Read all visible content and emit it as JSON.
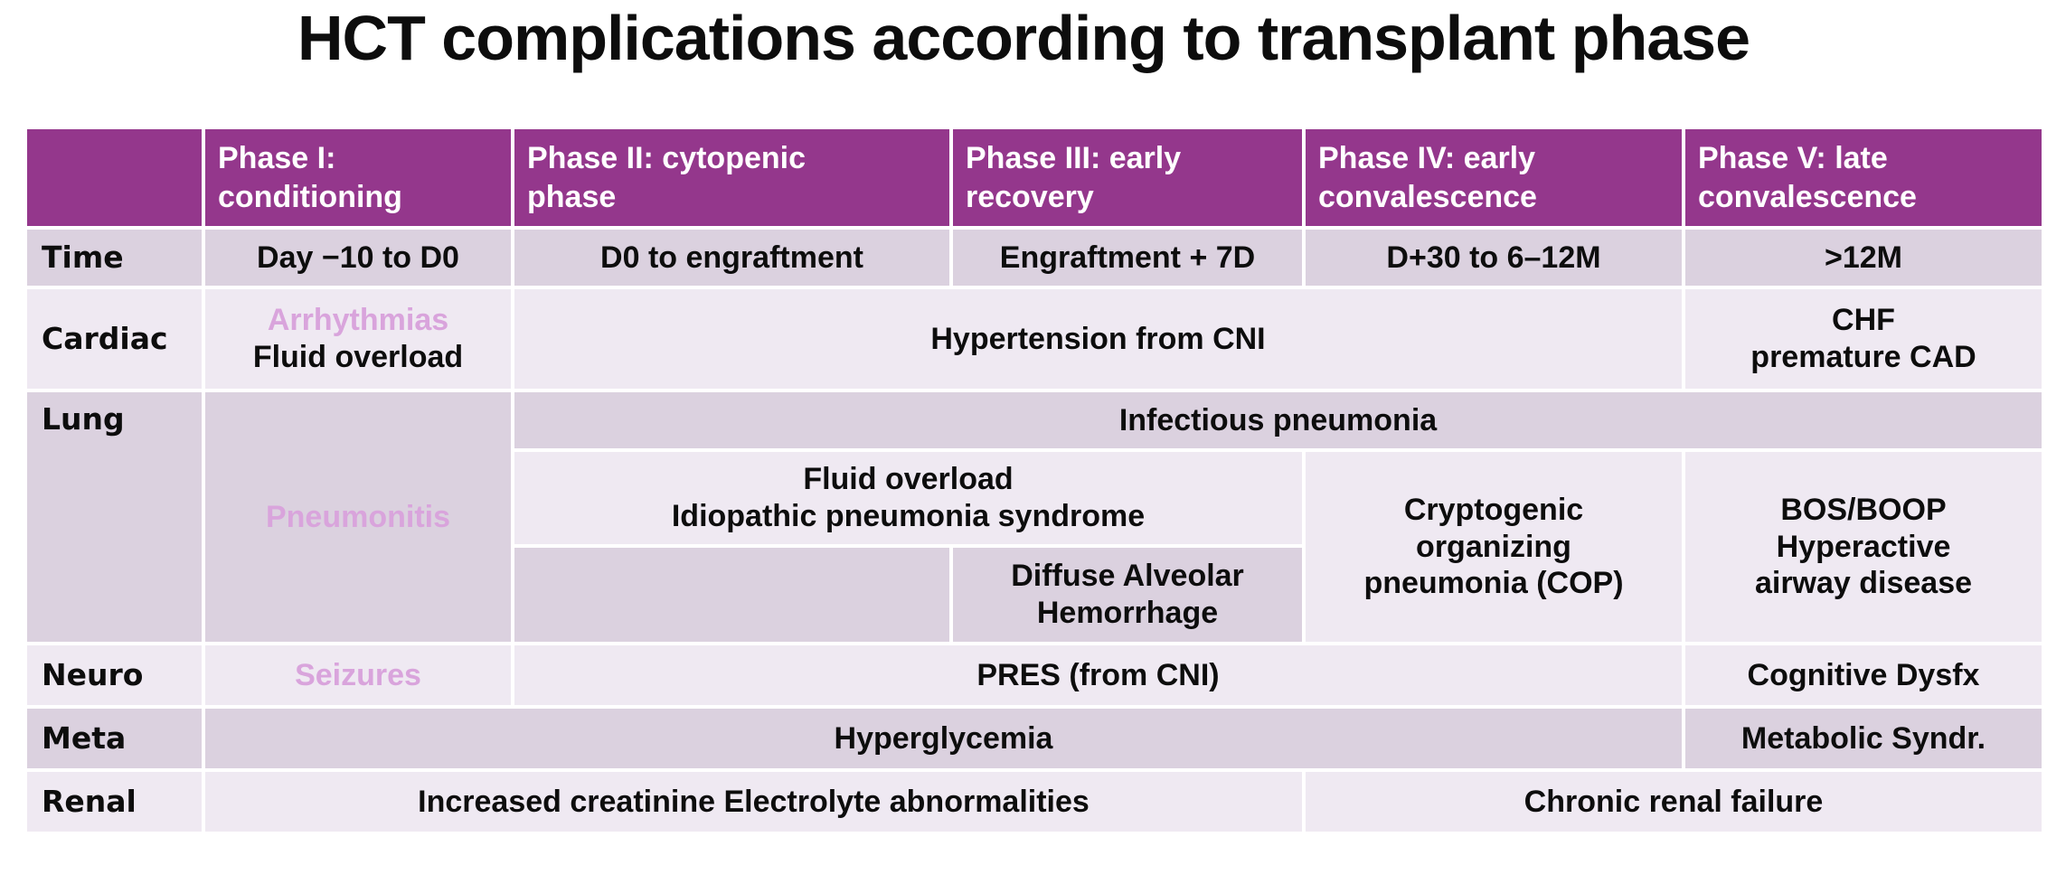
{
  "title": "HCT complications according to transplant phase",
  "colors": {
    "header_bg": "#94378C",
    "row_dark": "#DBD1DF",
    "row_light": "#EFE9F2",
    "accent_text": "#D9A4DC",
    "gridline": "#FFFFFF",
    "body_text": "#0D0D0D",
    "header_text": "#FFFFFF"
  },
  "header": {
    "corner": "",
    "phases": [
      "Phase I:\nconditioning",
      "Phase II: cytopenic\nphase",
      "Phase III: early\nrecovery",
      "Phase IV: early\nconvalescence",
      "Phase V: late\nconvalescence"
    ]
  },
  "rows": {
    "time": {
      "label": "Time",
      "phase1": "Day −10 to D0",
      "phase2": "D0 to engraftment",
      "phase3": "Engraftment + 7D",
      "phase4": "D+30 to 6–12M",
      "phase5": ">12M"
    },
    "cardiac": {
      "label": "Cardiac",
      "phase1_line1": "Arrhythmias",
      "phase1_line2": "Fluid overload",
      "phase2_to_4": "Hypertension from CNI",
      "phase5": "CHF\npremature CAD"
    },
    "lung": {
      "label": "Lung",
      "phase1": "Pneumonitis",
      "sub1_phase2_to_5": "Infectious pneumonia",
      "sub2_phase2_to_3": "Fluid overload\nIdiopathic pneumonia syndrome",
      "sub2_phase4": "Cryptogenic\norganizing\npneumonia (COP)",
      "sub2_phase5": "BOS/BOOP\nHyperactive\nairway disease",
      "sub3_phase2": "",
      "sub3_phase3": "Diffuse Alveolar\nHemorrhage"
    },
    "neuro": {
      "label": "Neuro",
      "phase1": "Seizures",
      "phase2_to_4": "PRES (from CNI)",
      "phase5": "Cognitive Dysfx"
    },
    "meta": {
      "label": "Meta",
      "phase1_to_4": "Hyperglycemia",
      "phase5": "Metabolic Syndr."
    },
    "renal": {
      "label": "Renal",
      "phase1_to_3": "Increased creatinine Electrolyte abnormalities",
      "phase4_to_5": "Chronic renal failure"
    }
  }
}
